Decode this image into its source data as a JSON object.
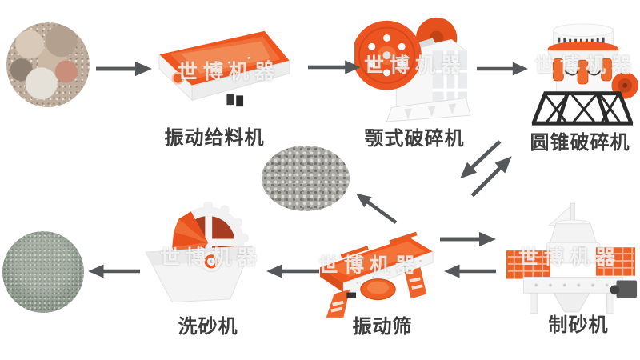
{
  "diagram": {
    "type": "process-flow",
    "subject": "sand and stone crushing production line",
    "watermark": {
      "text": "世博机器"
    },
    "labels": {
      "feeder": "振动给料机",
      "jaw_crusher": "颚式破碎机",
      "cone_crusher": "圆锥破碎机",
      "vibrating_screen": "振动筛",
      "sand_maker": "制砂机",
      "sand_washer": "洗砂机"
    },
    "nodes": [
      {
        "id": "raw-rock",
        "kind": "photo",
        "description": "raw rock lump"
      },
      {
        "id": "vibrating-feeder",
        "kind": "machine",
        "label": "振动给料机"
      },
      {
        "id": "jaw-crusher",
        "kind": "machine",
        "label": "颚式破碎机"
      },
      {
        "id": "cone-crusher",
        "kind": "machine",
        "label": "圆锥破碎机"
      },
      {
        "id": "gravel-pile",
        "kind": "photo",
        "description": "crushed gravel"
      },
      {
        "id": "vibrating-screen",
        "kind": "machine",
        "label": "振动筛"
      },
      {
        "id": "sand-maker",
        "kind": "machine",
        "label": "制砂机"
      },
      {
        "id": "sand-washer",
        "kind": "machine",
        "label": "洗砂机"
      },
      {
        "id": "finished-sand",
        "kind": "photo",
        "description": "finished washed sand"
      }
    ],
    "flow_arrows": [
      {
        "from": "raw-rock",
        "to": "vibrating-feeder",
        "direction": "right"
      },
      {
        "from": "vibrating-feeder",
        "to": "jaw-crusher",
        "direction": "right"
      },
      {
        "from": "jaw-crusher",
        "to": "cone-crusher",
        "direction": "right"
      },
      {
        "from": "cone-crusher",
        "to": "vibrating-screen",
        "direction": "down-left"
      },
      {
        "from": "vibrating-screen",
        "to": "cone-crusher",
        "direction": "up-right"
      },
      {
        "from": "vibrating-screen",
        "to": "gravel-pile",
        "direction": "up-left"
      },
      {
        "from": "vibrating-screen",
        "to": "sand-maker",
        "direction": "right"
      },
      {
        "from": "sand-maker",
        "to": "vibrating-screen",
        "direction": "left"
      },
      {
        "from": "vibrating-screen",
        "to": "sand-washer",
        "direction": "left"
      },
      {
        "from": "sand-washer",
        "to": "finished-sand",
        "direction": "left"
      }
    ],
    "colors": {
      "arrow": "#55585a",
      "machine_orange": "#ee5a23",
      "label_text": "#3d3d3d",
      "stand_black": "#2b2b2b",
      "background": "#ffffff"
    }
  }
}
